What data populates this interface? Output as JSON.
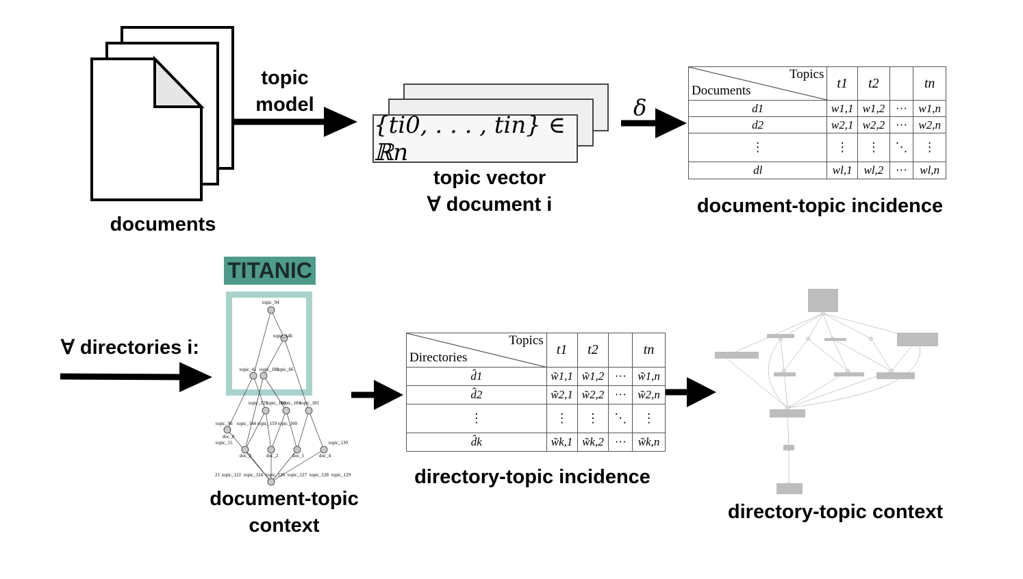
{
  "colors": {
    "accent": "#4e9b8b",
    "highlight": "#a8d3cb",
    "stroke": "#000000"
  },
  "icons": {
    "documents": "document-stack-icon"
  },
  "top": {
    "documents_label": "documents",
    "arrow1_label_line1": "topic",
    "arrow1_label_line2": "model",
    "vector_expr": "{ti0, . . . , tin} ∈ ℝn",
    "vector_label_line1": "topic vector",
    "vector_label_line2": "∀ document i",
    "arrow2_label": "δ",
    "doc_table": {
      "corner_top": "Topics",
      "corner_bottom": "Documents",
      "cols": [
        "t1",
        "t2",
        "",
        "tn"
      ],
      "rows": [
        [
          "d1",
          "w1,1",
          "w1,2",
          "···",
          "w1,n"
        ],
        [
          "d2",
          "w2,1",
          "w2,2",
          "···",
          "w2,n"
        ],
        [
          "⋮",
          "⋮",
          "⋮",
          "⋱",
          "⋮"
        ],
        [
          "dl",
          "wl,1",
          "wl,2",
          "···",
          "wl,n"
        ]
      ]
    },
    "doc_table_label": "document-topic incidence"
  },
  "bottom": {
    "directories_label": "∀ directories i:",
    "titanic_label": "TITANIC",
    "lattice_label_line1": "document-topic",
    "lattice_label_line2": "context",
    "lattice_nodes": [
      "topic_94",
      "topic_146",
      "topic_41",
      "topic_183",
      "topic_66",
      "topic_125",
      "topic_160",
      "topic_184",
      "topic_181",
      "topic_96",
      "topic_144",
      "topic_159",
      "topic_160",
      "doc_0",
      "topic_15",
      "topic_139",
      "doc_3",
      "doc_2",
      "doc_1",
      "doc_4",
      "21",
      "topic_122",
      "topic_124",
      "topic_126",
      "topic_127",
      "topic_128",
      "topic_129"
    ],
    "dir_table": {
      "corner_top": "Topics",
      "corner_bottom": "Directories",
      "cols": [
        "t1",
        "t2",
        "",
        "tn"
      ],
      "rows": [
        [
          "d̂1",
          "w̃1,1",
          "w̃1,2",
          "···",
          "w̃1,n"
        ],
        [
          "d̂2",
          "w̃2,1",
          "w̃2,2",
          "···",
          "w̃2,n"
        ],
        [
          "⋮",
          "⋮",
          "⋮",
          "⋱",
          "⋮"
        ],
        [
          "d̂k",
          "w̃k,1",
          "w̃k,2",
          "···",
          "w̃k,n"
        ]
      ]
    },
    "dir_table_label": "directory-topic incidence",
    "context_label": "directory-topic context"
  }
}
